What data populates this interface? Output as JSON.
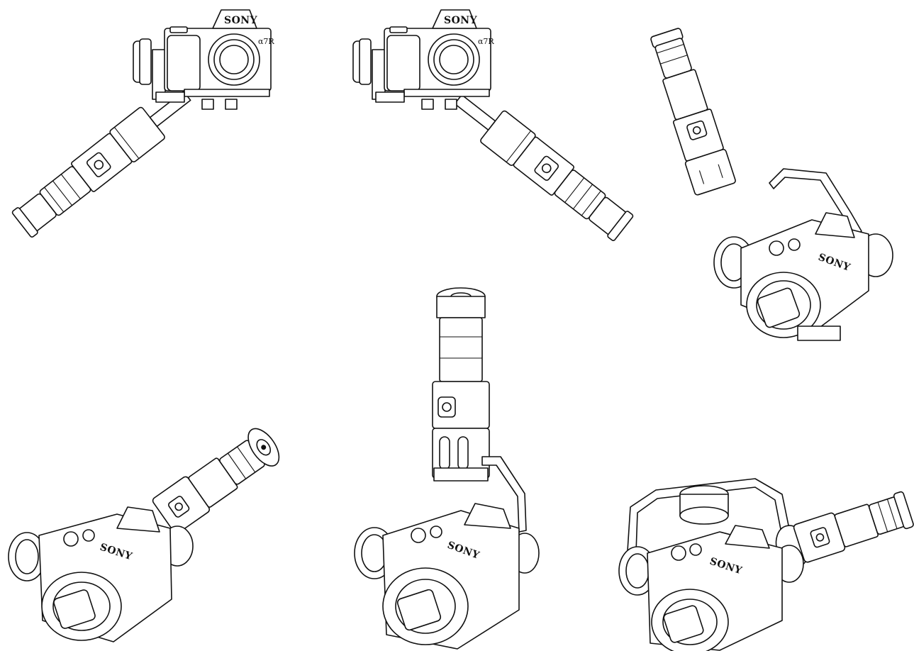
{
  "brand_text": "SONY",
  "alpha_text": "α7R",
  "line_color": "#111111",
  "background": "#ffffff",
  "views": [
    {
      "id": "handle-down-left"
    },
    {
      "id": "handle-down-right"
    },
    {
      "id": "handle-up-right"
    },
    {
      "id": "handle-diagonal-up-right"
    },
    {
      "id": "handle-vertical-up"
    },
    {
      "id": "handle-horizontal-right"
    }
  ]
}
